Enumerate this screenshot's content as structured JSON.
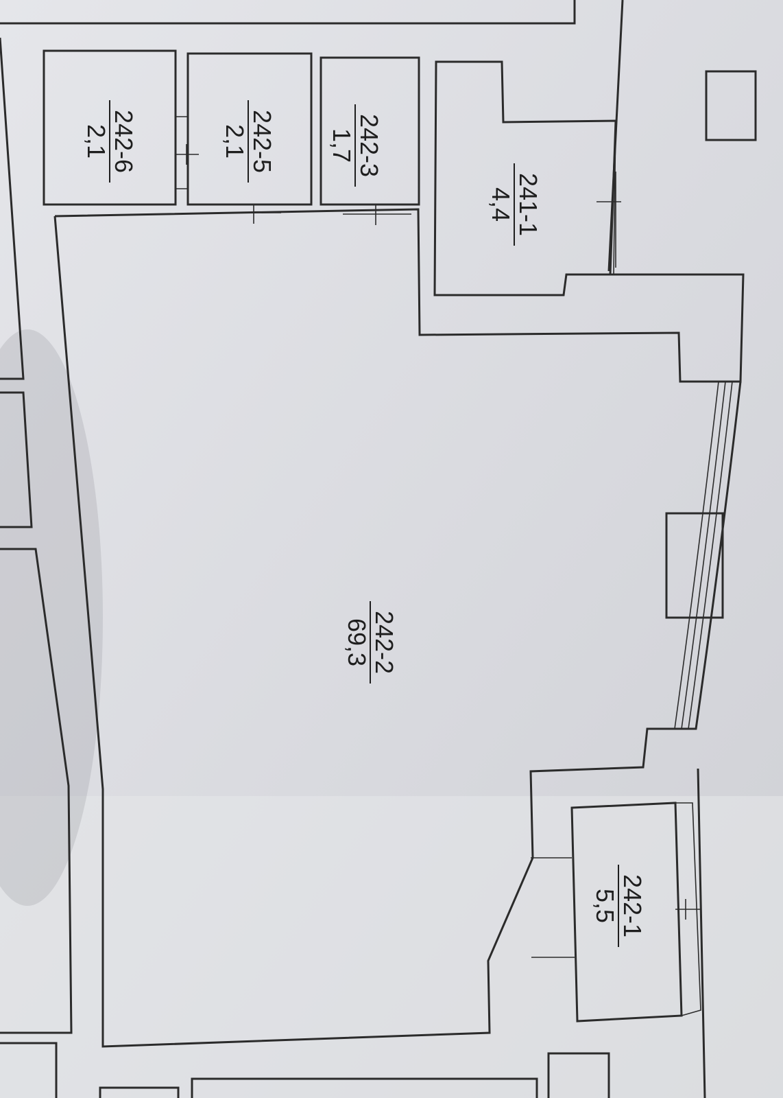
{
  "rooms": {
    "r241_1": {
      "number": "241-1",
      "area": "4,4"
    },
    "r242_3": {
      "number": "242-3",
      "area": "1,7"
    },
    "r242_5": {
      "number": "242-5",
      "area": "2,1"
    },
    "r242_6": {
      "number": "242-6",
      "area": "2,1"
    },
    "r242_2": {
      "number": "242-2",
      "area": "69,3"
    },
    "r242_1": {
      "number": "242-1",
      "area": "5,5"
    }
  }
}
